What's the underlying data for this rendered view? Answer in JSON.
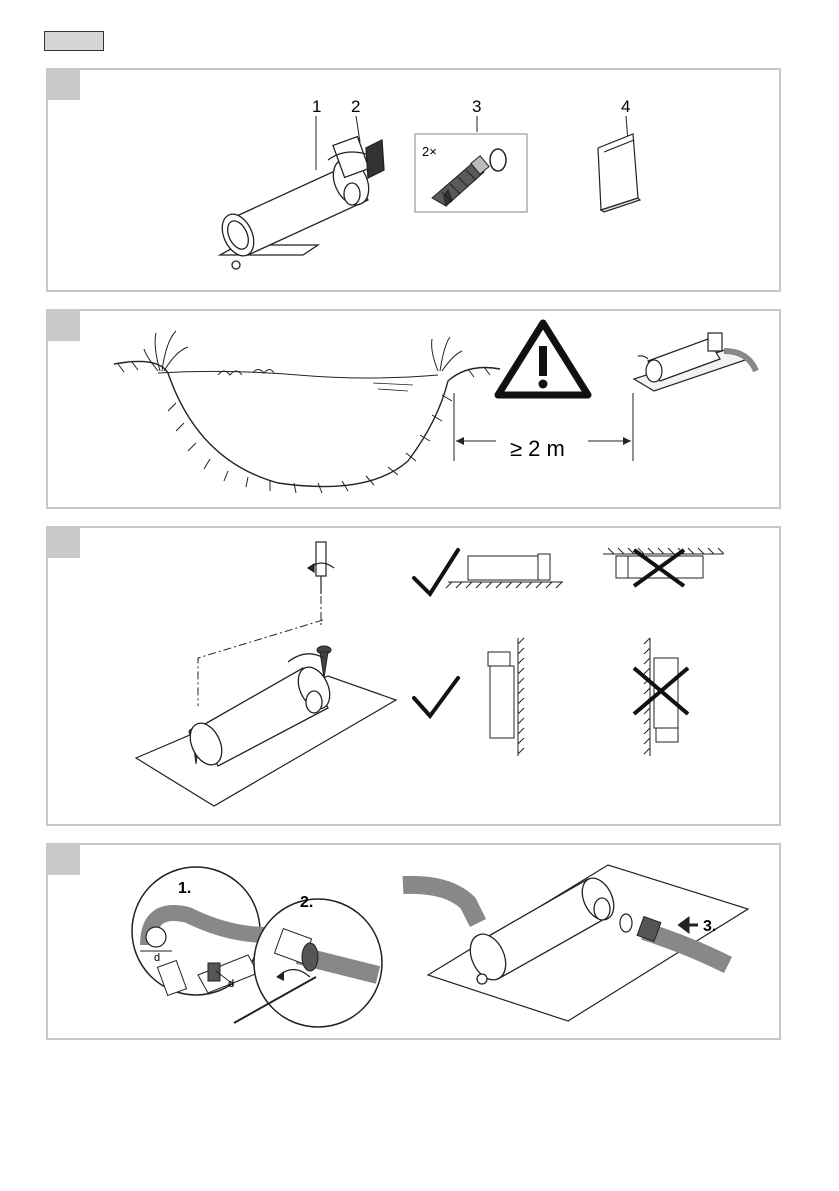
{
  "header": {
    "language_box": ""
  },
  "panel1": {
    "callouts": [
      "1",
      "2",
      "3",
      "4"
    ],
    "hose_adapter_qty": "2×"
  },
  "panel2": {
    "distance_label": "≥ 2 m"
  },
  "panel4": {
    "step1": "1.",
    "step2": "2.",
    "step3": "3.",
    "dim_label": "d"
  }
}
